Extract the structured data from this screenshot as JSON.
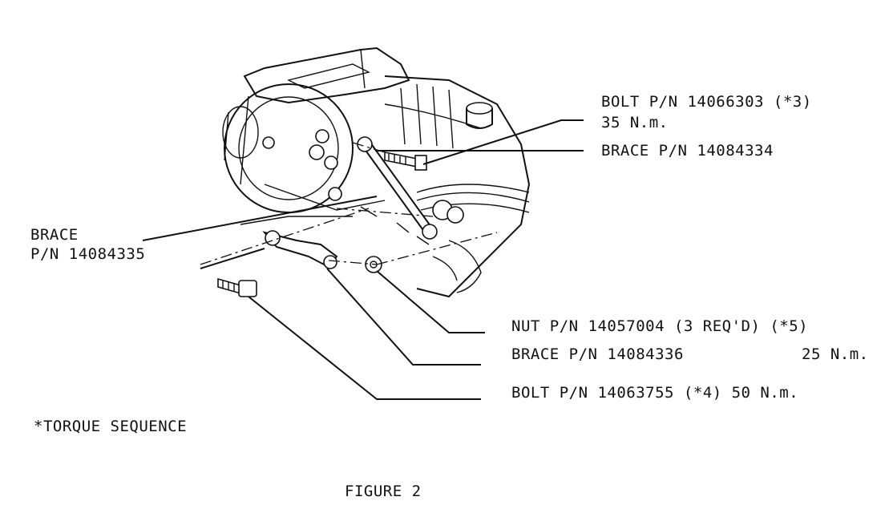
{
  "labels": {
    "bolt_top_line1": "BOLT P/N 14066303 (*3)",
    "bolt_top_line2": "35 N.m.",
    "brace_top": "BRACE P/N 14084334",
    "brace_left_line1": "BRACE",
    "brace_left_line2": "P/N 14084335",
    "nut": "NUT P/N 14057004 (3 REQ'D) (*5)",
    "brace_mid": "BRACE P/N 14084336",
    "brace_mid_torque": "25 N.m.",
    "bolt_bottom": "BOLT P/N 14063755 (*4) 50 N.m.",
    "torque_note": "*TORQUE SEQUENCE",
    "caption": "FIGURE 2"
  },
  "colors": {
    "ink": "#111111",
    "paper": "#ffffff"
  }
}
